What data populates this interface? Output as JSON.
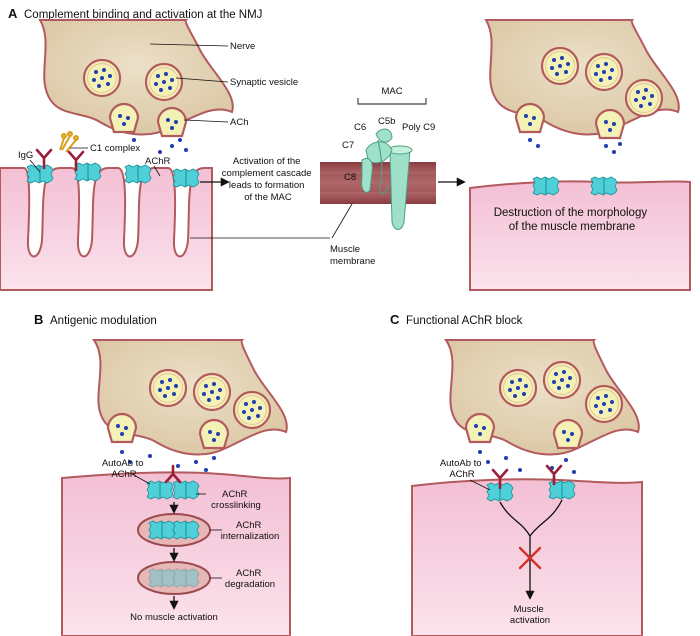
{
  "panel_a": {
    "letter": "A",
    "title": "Complement binding and activation at the NMJ",
    "labels": {
      "nerve": "Nerve",
      "vesicle": "Synaptic vesicle",
      "ach": "ACh",
      "igg": "IgG",
      "c1": "C1 complex",
      "achr": "AChR",
      "activation": [
        "Activation of the",
        "complement cascade",
        "leads to formation",
        "of the MAC"
      ],
      "muscle": [
        "Muscle",
        "membrane"
      ],
      "mac": "MAC",
      "c5b": "C5b",
      "c6": "C6",
      "c7": "C7",
      "poly_c9": "Poly C9",
      "c8": "C8",
      "destruction": [
        "Destruction of the morphology",
        "of the muscle membrane"
      ]
    }
  },
  "panel_b": {
    "letter": "B",
    "title": "Antigenic modulation",
    "labels": {
      "autoab": [
        "AutoAb to",
        "AChR"
      ],
      "crosslinking": [
        "AChR",
        "crosslinking"
      ],
      "internalization": [
        "AChR",
        "internalization"
      ],
      "degradation": [
        "AChR",
        "degradation"
      ],
      "result": "No muscle activation"
    }
  },
  "panel_c": {
    "letter": "C",
    "title": "Functional AChR block",
    "labels": {
      "autoab": [
        "AutoAb to",
        "AChR"
      ],
      "result": [
        "Muscle",
        "activation"
      ]
    }
  },
  "colors": {
    "nerve": "#e3d2b4",
    "nerve_edge": "#b35a5e",
    "muscle": "#f7c9dc",
    "achr": "#4fd0d8",
    "vesicle": "#f3f1b6",
    "ach_dot": "#1f3fae",
    "antibody": "#9c1f3a",
    "mac": "#9fe0c8",
    "block_x": "#d6302a"
  }
}
